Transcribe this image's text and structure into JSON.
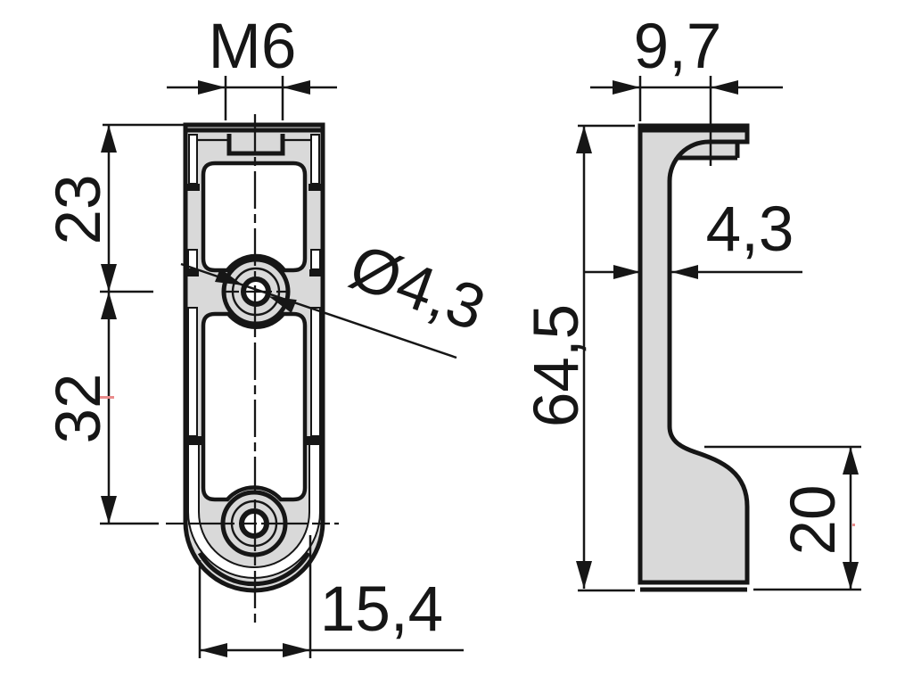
{
  "drawing": {
    "title": "Mounting bracket two-view dimensioned drawing",
    "front_view": {
      "thread_label": "M6",
      "top_to_mid_hole": "23",
      "mid_to_bottom_hole": "32",
      "hole_diameter": "Ø4,3",
      "bottom_width": "15,4"
    },
    "side_view": {
      "top_depth": "9,7",
      "wall_thickness": "4,3",
      "overall_height": "64,5",
      "foot_height": "20"
    },
    "colors": {
      "part_fill": "#d9d9d9",
      "line": "#161616",
      "background": "#ffffff",
      "red_artifact": "#e98b8b"
    }
  }
}
